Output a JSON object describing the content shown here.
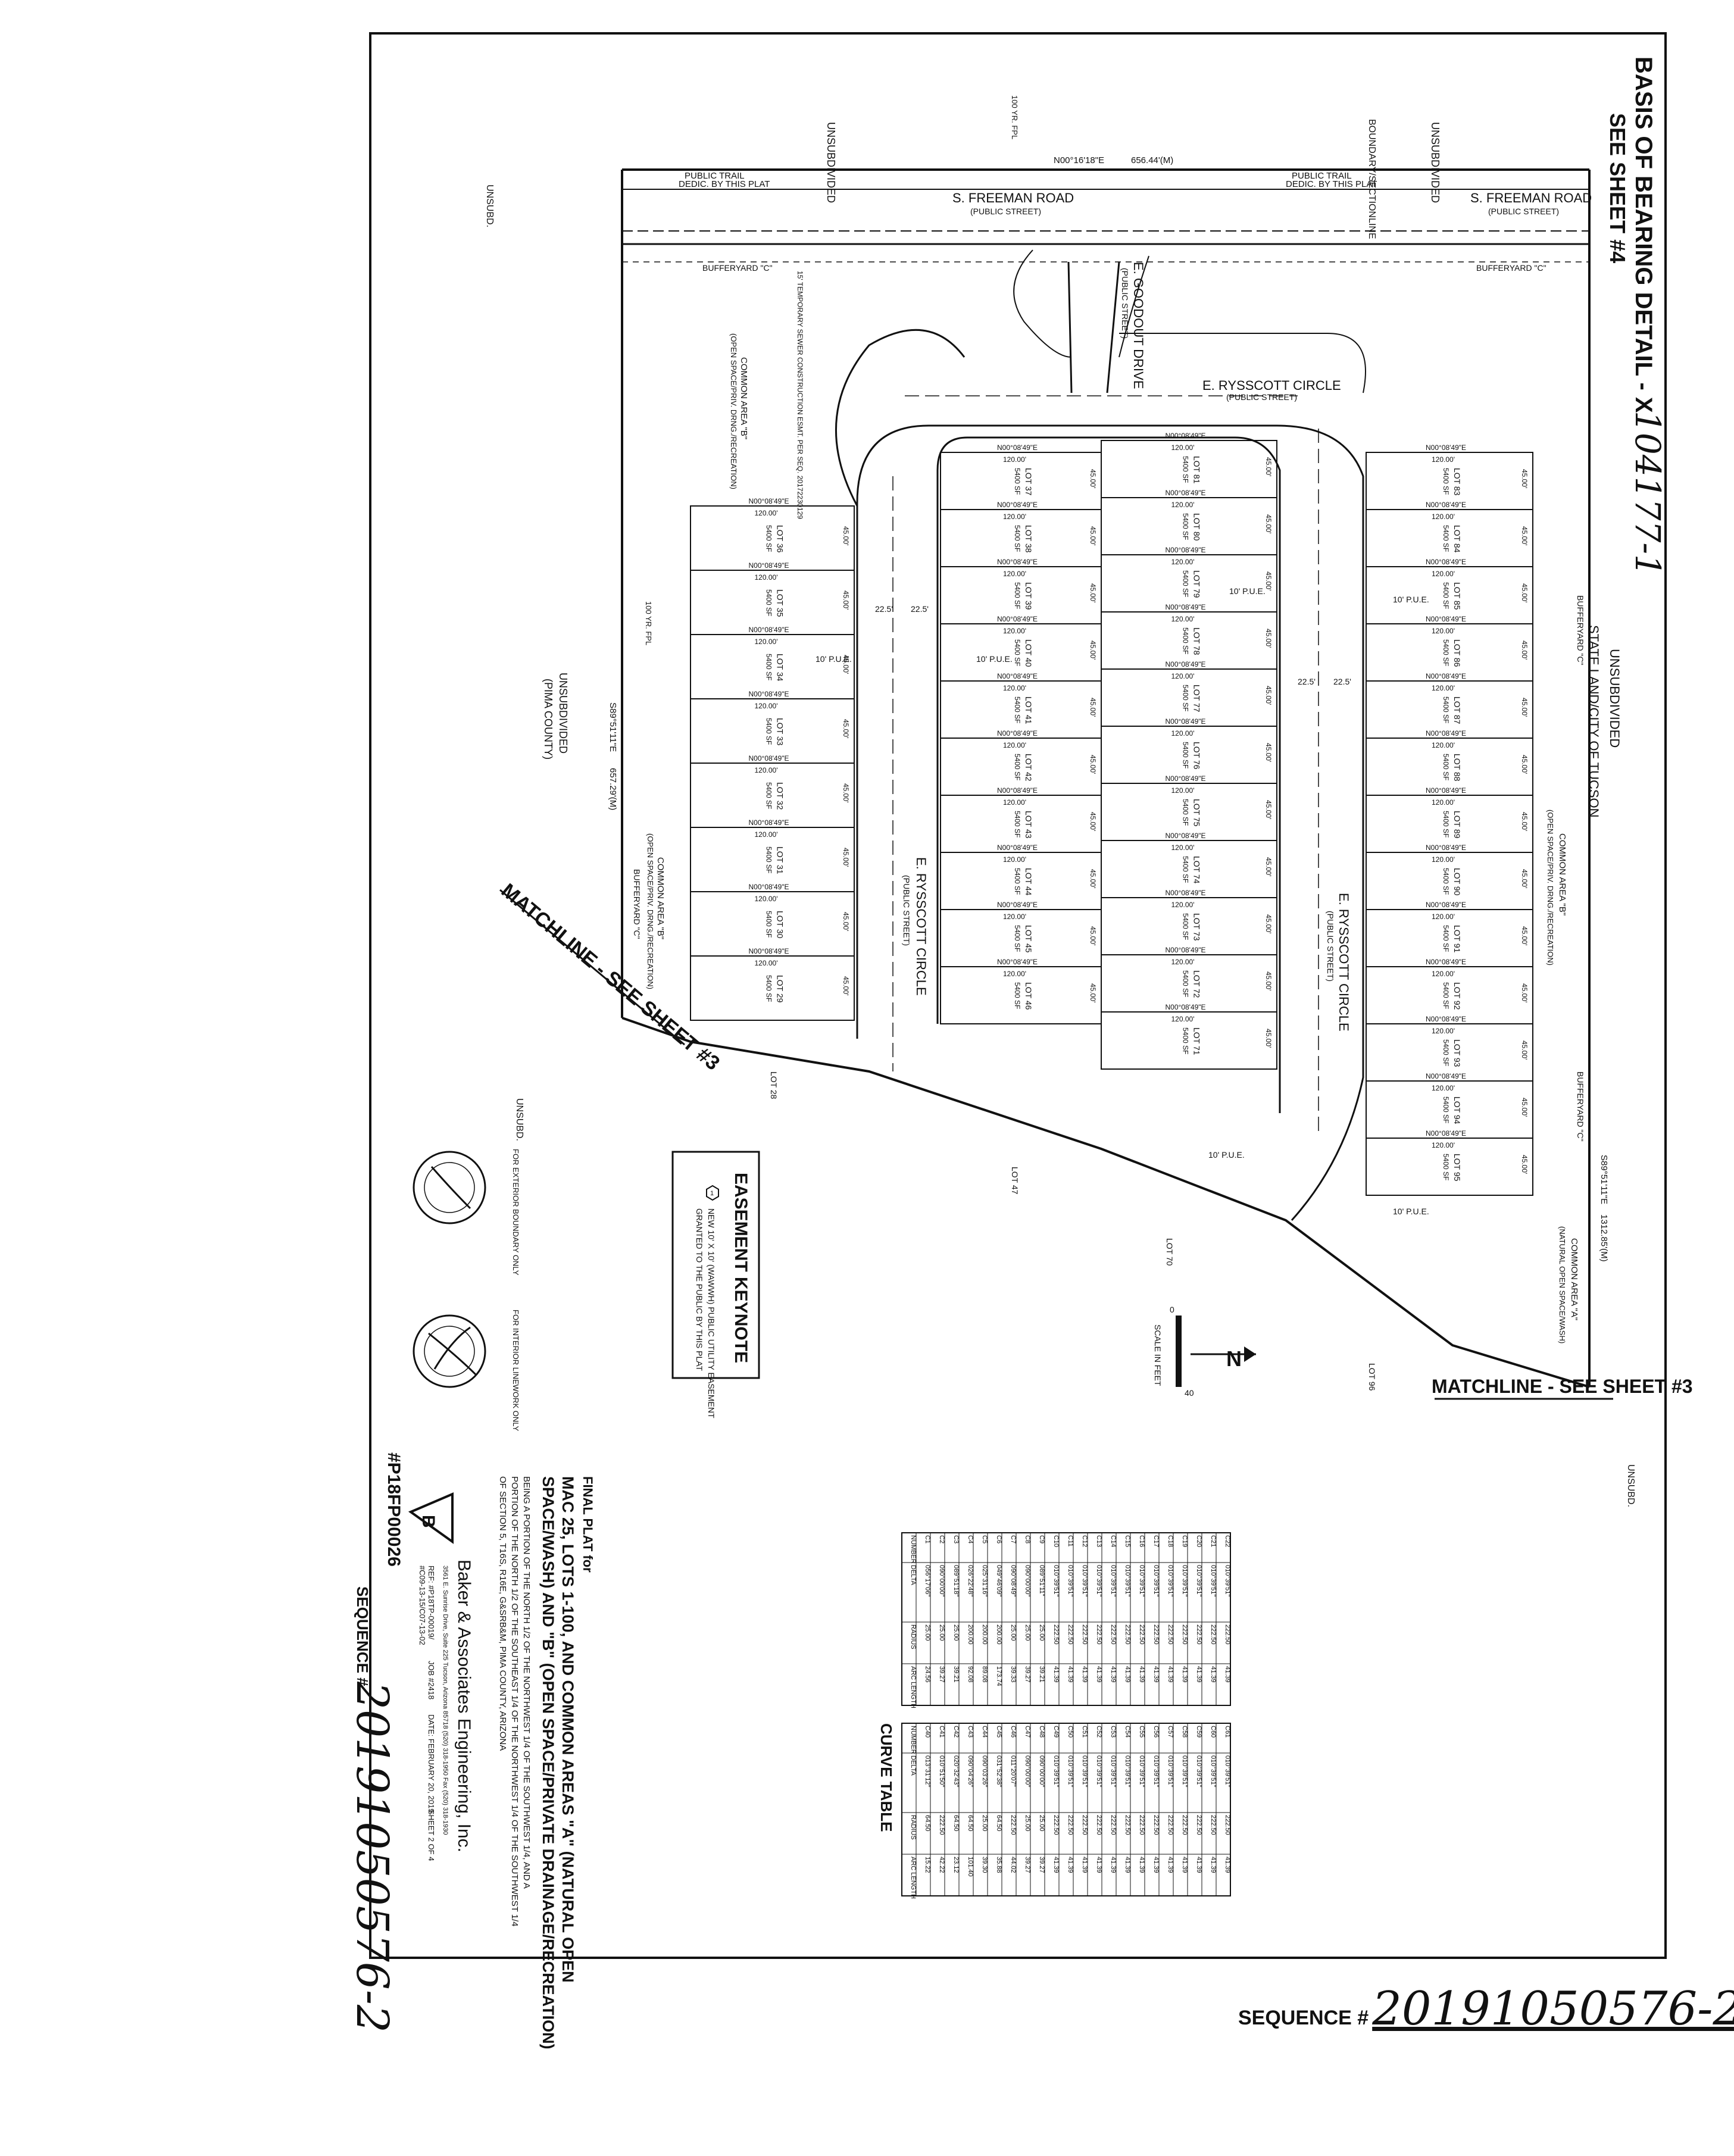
{
  "sheet": {
    "basis_of_bearing": "BASIS OF BEARING DETAIL - X",
    "basis_of_bearing_hand": "104177-1",
    "see_sheet_4": "SEE SHEET #4",
    "unsubdivided": "UNSUBDIVIDED",
    "unsubd": "UNSUBD.",
    "state_land": "STATE LAND/CITY OF TUCSON",
    "pima_county": "(PIMA COUNTY)",
    "boundary_line": "BOUNDARY/SECTIONLINE",
    "public_trail": "PUBLIC TRAIL",
    "dedicated": "DEDIC. BY THIS PLAT",
    "freeman_road": "S. FREEMAN ROAD",
    "public_street": "(PUBLIC STREET)",
    "rysscott_circle": "E. RYSSCOTT CIRCLE",
    "goodout_drive": "E. GOODOUT DRIVE",
    "bufferyard": "BUFFERYARD \"C\"",
    "common_area_a": "COMMON AREA \"A\"",
    "common_area_b": "COMMON AREA \"B\"",
    "open_space": "(OPEN SPACE/PRIV. DRNG./RECREATION)",
    "natural_open_space": "(NATURAL OPEN SPACE/WASH)",
    "pue": "10' P.U.E.",
    "sewer_esmt": "15' TEMPORARY SEWER CONSTRUCTION ESMT. PER SEQ. 20172230129",
    "yr_fpl": "100 YR. FPL",
    "matchline": "MATCHLINE - SEE SHEET #3",
    "scale": "SCALE IN FEET",
    "scale_zero": "0",
    "scale_forty": "40",
    "north": "N",
    "bearing_east": "N00°16'18\"E",
    "bearing_west": "S89°51'11\"E",
    "dist_north": "656.44'(M)",
    "dist_east": "1312.85'(M)",
    "dist_south": "657.29'(M)",
    "dims": {
      "d120": "120.00'",
      "d45": "45.00'",
      "d225": "22.5'",
      "lot_bearing": "N00°08'49\"E"
    },
    "sqft": "5400 SF",
    "lot_prefix": "LOT",
    "lots_west": [
      "36",
      "35",
      "34",
      "33",
      "32",
      "31",
      "30",
      "29"
    ],
    "lots_mid_left": [
      "37",
      "38",
      "39",
      "40",
      "41",
      "42",
      "43",
      "44",
      "45",
      "46"
    ],
    "lots_mid_right": [
      "81",
      "80",
      "79",
      "78",
      "77",
      "76",
      "75",
      "74",
      "73",
      "72",
      "71"
    ],
    "lots_east": [
      "83",
      "84",
      "85",
      "86",
      "87",
      "88",
      "89",
      "90",
      "91",
      "92",
      "93",
      "94",
      "95"
    ],
    "neighbor_lots": [
      "LOT 28",
      "LOT 47",
      "LOT 70",
      "LOT 96"
    ]
  },
  "easement_keynote": {
    "title": "EASEMENT KEYNOTE",
    "symbol": "1",
    "text_1": "NEW 10' X 10' (WAWWH) PUBLIC UTILITY EASEMENT",
    "text_2": "GRANTED TO THE PUBLIC BY THIS PLAT"
  },
  "seals": {
    "exterior": "FOR EXTERIOR BOUNDARY ONLY",
    "interior": "FOR INTERIOR LINEWORK ONLY"
  },
  "curve_table": {
    "title": "CURVE TABLE",
    "headers": [
      "NUMBER",
      "DELTA",
      "RADIUS",
      "ARC LENGTH"
    ],
    "left": [
      [
        "C1",
        "056°17'06\"",
        "25.00",
        "24.56"
      ],
      [
        "C2",
        "090°00'00\"",
        "25.00",
        "39.27"
      ],
      [
        "C3",
        "089°51'18\"",
        "25.00",
        "39.21"
      ],
      [
        "C4",
        "026°22'48\"",
        "200.00",
        "92.08"
      ],
      [
        "C5",
        "025°31'16\"",
        "200.00",
        "89.08"
      ],
      [
        "C6",
        "049°46'09\"",
        "200.00",
        "173.74"
      ],
      [
        "C7",
        "090°08'49\"",
        "25.00",
        "39.33"
      ],
      [
        "C8",
        "090°00'00\"",
        "25.00",
        "39.27"
      ],
      [
        "C9",
        "089°51'11\"",
        "25.00",
        "39.21"
      ],
      [
        "C10",
        "010°39'51\"",
        "222.50",
        "41.39"
      ],
      [
        "C11",
        "010°39'51\"",
        "222.50",
        "41.39"
      ],
      [
        "C12",
        "010°39'51\"",
        "222.50",
        "41.39"
      ],
      [
        "C13",
        "010°39'51\"",
        "222.50",
        "41.39"
      ],
      [
        "C14",
        "010°39'51\"",
        "222.50",
        "41.39"
      ],
      [
        "C15",
        "010°39'51\"",
        "222.50",
        "41.39"
      ],
      [
        "C16",
        "010°39'51\"",
        "222.50",
        "41.39"
      ],
      [
        "C17",
        "010°39'51\"",
        "222.50",
        "41.39"
      ],
      [
        "C18",
        "010°39'51\"",
        "222.50",
        "41.39"
      ],
      [
        "C19",
        "010°39'51\"",
        "222.50",
        "41.39"
      ],
      [
        "C20",
        "010°39'51\"",
        "222.50",
        "41.39"
      ],
      [
        "C21",
        "010°39'51\"",
        "222.50",
        "41.39"
      ],
      [
        "C22",
        "010°39'51\"",
        "222.50",
        "41.39"
      ]
    ],
    "right": [
      [
        "C40",
        "013°31'12\"",
        "64.50",
        "15.22"
      ],
      [
        "C41",
        "010°51'50\"",
        "222.50",
        "42.22"
      ],
      [
        "C42",
        "020°32'43\"",
        "64.50",
        "23.12"
      ],
      [
        "C43",
        "090°04'26\"",
        "64.50",
        "101.40"
      ],
      [
        "C44",
        "090°03'26\"",
        "25.00",
        "39.30"
      ],
      [
        "C45",
        "031°52'38\"",
        "64.50",
        "35.88"
      ],
      [
        "C46",
        "011°20'07\"",
        "222.50",
        "44.02"
      ],
      [
        "C47",
        "090°00'00\"",
        "25.00",
        "39.27"
      ],
      [
        "C48",
        "090°00'00\"",
        "25.00",
        "39.27"
      ],
      [
        "C49",
        "010°39'51\"",
        "222.50",
        "41.39"
      ],
      [
        "C50",
        "010°39'51\"",
        "222.50",
        "41.39"
      ],
      [
        "C51",
        "010°39'51\"",
        "222.50",
        "41.39"
      ],
      [
        "C52",
        "010°39'51\"",
        "222.50",
        "41.39"
      ],
      [
        "C53",
        "010°39'51\"",
        "222.50",
        "41.39"
      ],
      [
        "C54",
        "010°39'51\"",
        "222.50",
        "41.39"
      ],
      [
        "C55",
        "010°39'51\"",
        "222.50",
        "41.39"
      ],
      [
        "C56",
        "010°39'51\"",
        "222.50",
        "41.39"
      ],
      [
        "C57",
        "010°39'51\"",
        "222.50",
        "41.39"
      ],
      [
        "C58",
        "010°39'51\"",
        "222.50",
        "41.39"
      ],
      [
        "C59",
        "010°39'51\"",
        "222.50",
        "41.39"
      ],
      [
        "C60",
        "010°39'51\"",
        "222.50",
        "41.39"
      ],
      [
        "C61",
        "010°39'51\"",
        "222.50",
        "41.39"
      ]
    ]
  },
  "title_block": {
    "final_plat": "FINAL PLAT for",
    "title_1": "MAC 25, LOTS 1-100, AND COMMON AREAS \"A\" (NATURAL OPEN",
    "title_2": "SPACE/WASH) AND \"B\" (OPEN SPACE/PRIVATE DRAINAGE/RECREATION)",
    "desc_1": "BEING A PORTION OF THE NORTH 1/2 OF THE NORTHWEST 1/4 OF THE SOUTHWEST 1/4, AND A",
    "desc_2": "PORTION OF THE NORTH 1/2 OF THE SOUTHEAST 1/4 OF THE NORTHWEST 1/4 OF THE SOUTHWEST 1/4",
    "desc_3": "OF SECTION 5, T16S, R16E, G&SRB&M, PIMA COUNTY, ARIZONA",
    "firm": "Baker & Associates Engineering, Inc.",
    "firm_address": "3561 E. Sunrise Drive, Suite 225 Tucson, Arizona 85718 (520) 318-1950 Fax (520) 318-1930",
    "ref_1": "REF: #P18TP-00019/",
    "ref_2": "#C09-13-15/C07-13-02",
    "job": "JOB #2418",
    "date": "DATE: FEBRUARY 20, 2019",
    "sheet": "SHEET 2 OF 4",
    "case": "#P18FP00026",
    "seq_label": "SEQUENCE #",
    "seq_hand": "20191050576-2"
  },
  "footer": {
    "seq_label": "SEQUENCE #",
    "seq_hand": "20191050576-2"
  }
}
